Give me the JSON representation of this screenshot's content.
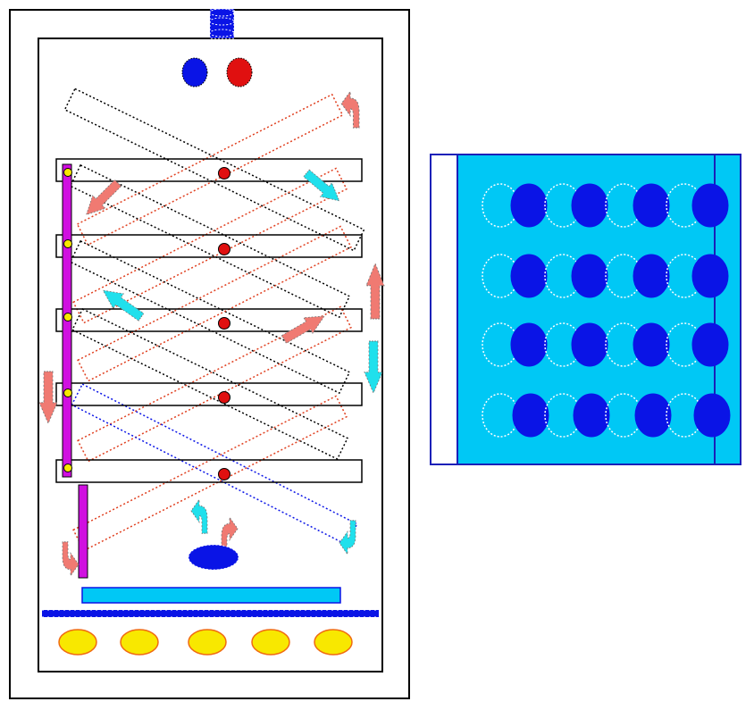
{
  "colors": {
    "outline": "#000000",
    "blue": "#0a14e6",
    "red": "#e01010",
    "red_dotted": "#e04020",
    "cyan": "#00c8f5",
    "cyan_arrow": "#20e0ec",
    "salmon": "#f07a72",
    "magenta": "#d010e0",
    "yellow": "#f8e800",
    "orange": "#f06a10",
    "white": "#ffffff"
  },
  "icons": {
    "vent_pipe": "vent-pipe-icon",
    "fan": "fan-icon",
    "heater": "heater-element-icon",
    "pivot": "pivot-point-icon",
    "arrow": "airflow-arrow-icon"
  },
  "diagram": {
    "shelf_count": 5,
    "heater_count": 5,
    "detail_rows": 4,
    "detail_columns": 4
  }
}
